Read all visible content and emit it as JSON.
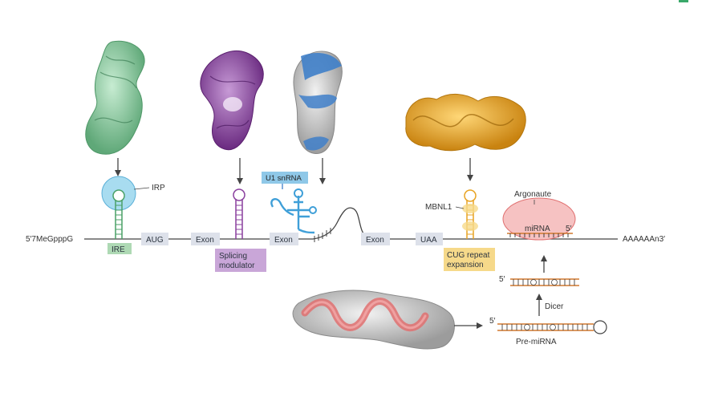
{
  "labels": {
    "cap": "5′7MeGpppG",
    "polyA": "AAAAAAn3′",
    "irp": "IRP",
    "ire": "IRE",
    "aug": "AUG",
    "exon1": "Exon",
    "exon2": "Exon",
    "exon3": "Exon",
    "uaa": "UAA",
    "u1": "U1 snRNA",
    "splicing_1": "Splicing",
    "splicing_2": "modulator",
    "mbnl1": "MBNL1",
    "cug_1": "CUG repeat",
    "cug_2": "expansion",
    "argonaute": "Argonaute",
    "mirna": "miRNA",
    "mirna_5p": "5′",
    "dicer": "Dicer",
    "pre_mirna": "Pre-miRNA",
    "five_prime_1": "5′",
    "five_prime_2": "5′"
  },
  "colors": {
    "green": "#6ab58a",
    "green_label_bg": "#aed9b4",
    "purple": "#8a3f9e",
    "purple_label_bg": "#c9a6d8",
    "blue": "#3f7fc9",
    "blue_label_bg": "#8fc8e8",
    "orange": "#e8a322",
    "orange_label_bg": "#f6d98a",
    "red": "#e07070",
    "red_bg": "#f6c2c2",
    "grey_box": "#dde1ea",
    "line": "#444444",
    "strand": "#d2792e",
    "irp_circle": "#a8dcf0"
  },
  "icons": [
    "iron-regulatory-protein-structure",
    "splicing-modulator-structure",
    "u1-snrna-structure",
    "mbnl1-structure",
    "mirna-duplex-structure"
  ]
}
